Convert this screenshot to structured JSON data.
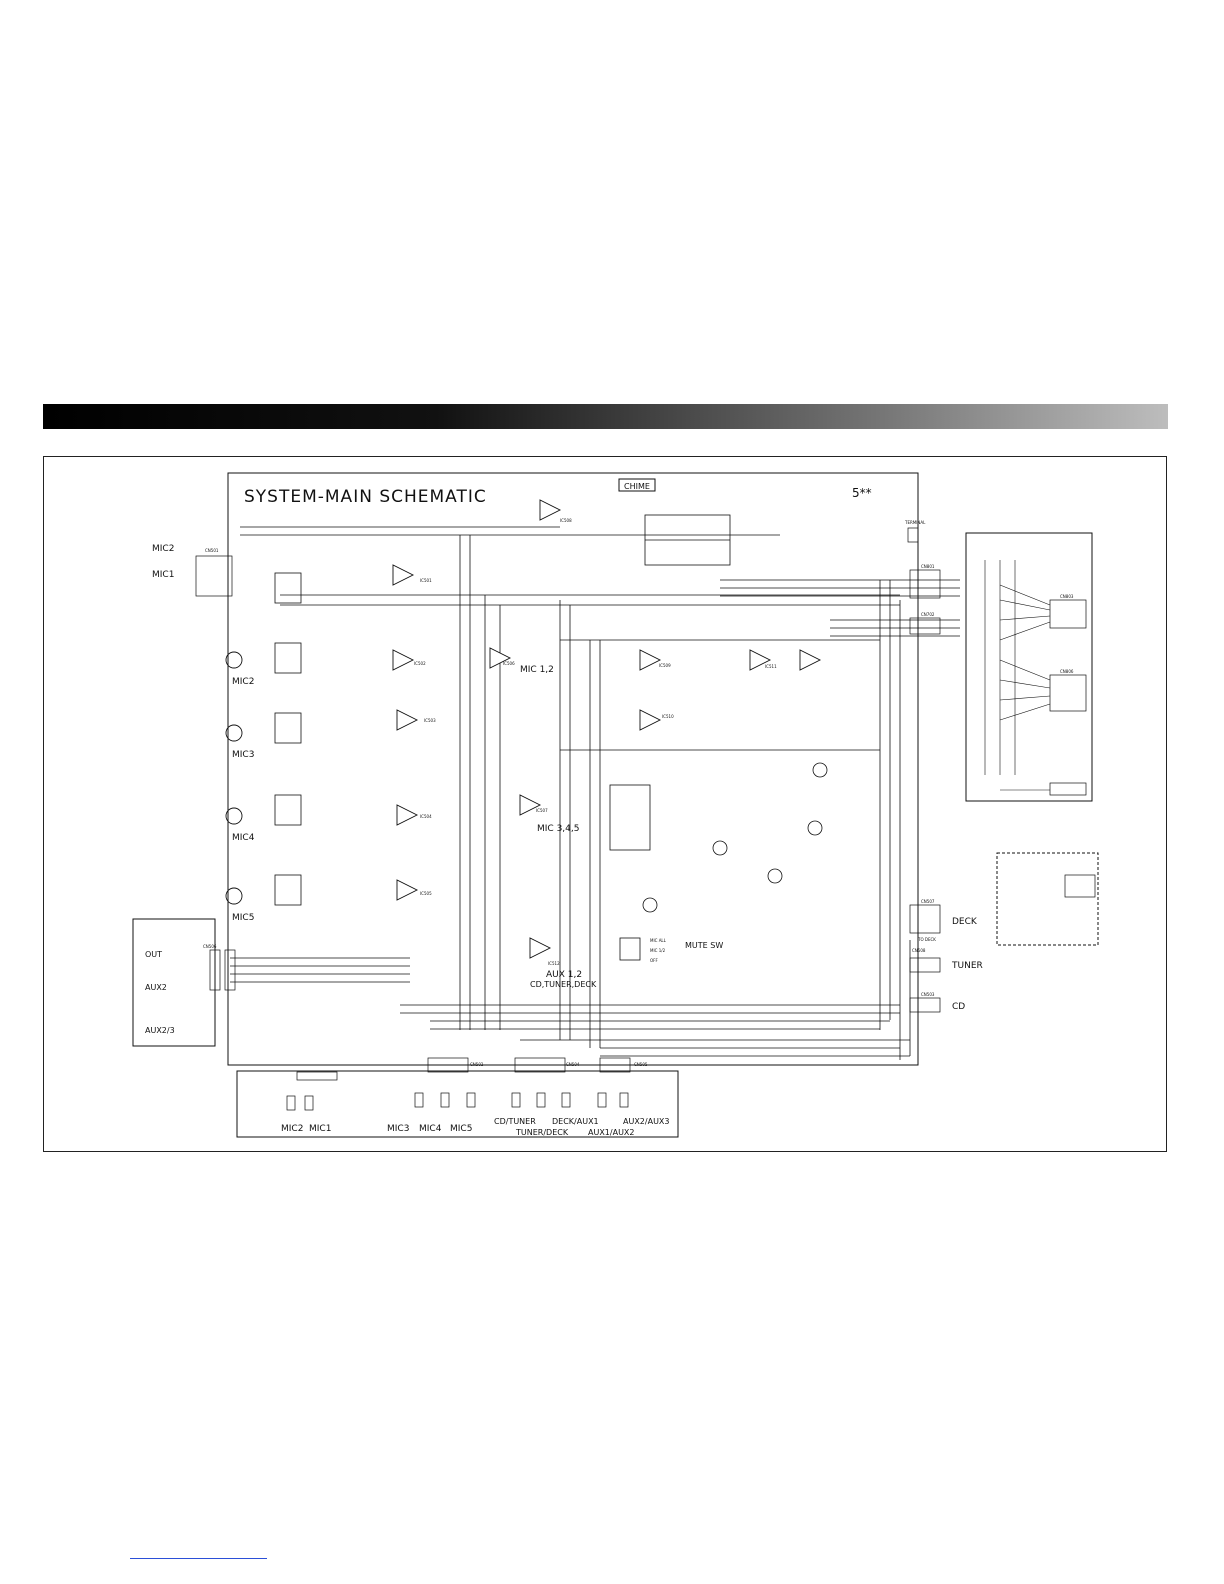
{
  "title": "SYSTEM-MAIN SCHEMATIC",
  "model": "5**",
  "chime_label": "CHIME",
  "blocks": {
    "mic12": "MIC 1,2",
    "mic345": "MIC 3,4,5",
    "aux12": "AUX 1,2",
    "cd_tuner_deck": "CD,TUNER,DECK",
    "mute_sw": "MUTE SW",
    "mic_all": "MIC ALL",
    "mic_1_2": "MIC 1/2",
    "off": "OFF"
  },
  "inputs_left": {
    "mic2_top": "MIC2",
    "mic1_top": "MIC1",
    "mic2": "MIC2",
    "mic3": "MIC3",
    "mic4": "MIC4",
    "mic5": "MIC5",
    "out": "OUT",
    "aux2": "AUX2",
    "aux23": "AUX2/3"
  },
  "outputs_right": {
    "deck": "DECK",
    "tuner": "TUNER",
    "cd": "CD",
    "to_deck": "TO DECK"
  },
  "bottom_labels": {
    "mic2": "MIC2",
    "mic1": "MIC1",
    "mic3": "MIC3",
    "mic4": "MIC4",
    "mic5": "MIC5",
    "cd_tuner": "CD/TUNER",
    "deck_aux1": "DECK/AUX1",
    "aux2_aux3": "AUX2/AUX3",
    "tuner_deck": "TUNER/DECK",
    "aux1_aux2": "AUX1/AUX2"
  },
  "connectors": {
    "cn501": "CN501",
    "cn801": "CN801",
    "cn702": "CN702",
    "cn803": "CN803",
    "cn806": "CN806",
    "cn507": "CN507",
    "cn508": "CN508",
    "cn503": "CN503",
    "cn504": "CN504",
    "cn502": "CN502",
    "cn505": "CN505",
    "cn506": "CN506",
    "ts501": "TERMINAL"
  },
  "ics": {
    "ic501": "IC501",
    "ic502": "IC502",
    "ic503": "IC503",
    "ic504": "IC504",
    "ic505": "IC505",
    "ic506": "IC506",
    "ic507": "IC507",
    "ic508": "IC508",
    "ic509": "IC509",
    "ic510": "IC510",
    "ic511": "IC511",
    "ic512": "IC512"
  }
}
